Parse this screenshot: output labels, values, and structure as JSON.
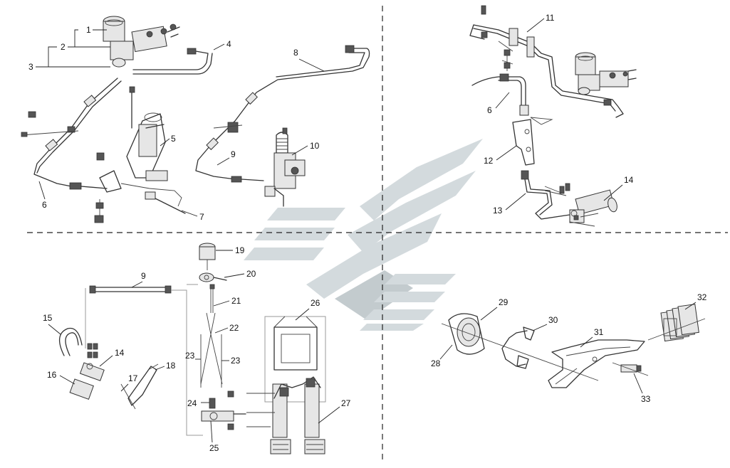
{
  "callouts": {
    "c1": "1",
    "c2": "2",
    "c3": "3",
    "c4": "4",
    "c5": "5",
    "c6a": "6",
    "c7": "7",
    "c8": "8",
    "c9a": "9",
    "c10": "10",
    "c11": "11",
    "c6b": "6",
    "c12": "12",
    "c13": "13",
    "c14a": "14",
    "c19": "19",
    "c20": "20",
    "c9b": "9",
    "c21": "21",
    "c26": "26",
    "c15": "15",
    "c14b": "14",
    "c22": "22",
    "c16": "16",
    "c17": "17",
    "c18": "18",
    "c23a": "23",
    "c23b": "23",
    "c24": "24",
    "c27": "27",
    "c25": "25",
    "c29": "29",
    "c30": "30",
    "c31": "31",
    "c32": "32",
    "c28": "28",
    "c33": "33"
  },
  "colors": {
    "watermark": "#d3dadd",
    "line": "#333333",
    "divider": "#222222"
  },
  "icons": {
    "watermark": "brand-logo-watermark"
  }
}
